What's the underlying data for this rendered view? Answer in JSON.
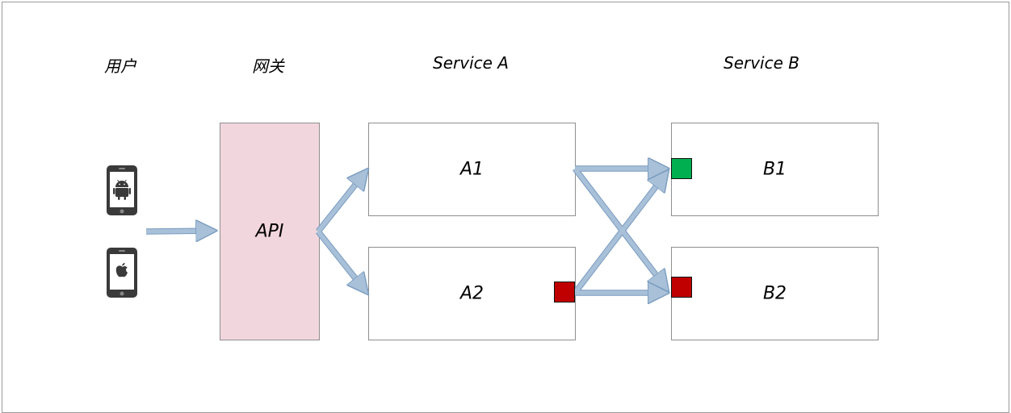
{
  "columns": {
    "user": "用户",
    "gateway": "网关",
    "service_a": "Service A",
    "service_b": "Service B"
  },
  "gateway": {
    "label": "API"
  },
  "service_a": {
    "a1": "A1",
    "a2": "A2"
  },
  "service_b": {
    "b1": "B1",
    "b2": "B2"
  },
  "devices": [
    {
      "icon": "android-phone-icon"
    },
    {
      "icon": "apple-phone-icon"
    }
  ],
  "markers": {
    "a2_marker": {
      "color": "#c00000",
      "status": "red"
    },
    "b1_marker": {
      "color": "#00b050",
      "status": "green"
    },
    "b2_marker": {
      "color": "#c00000",
      "status": "red"
    }
  },
  "colors": {
    "gateway_fill": "#f2d6de",
    "arrow_fill": "#a8c0d8",
    "arrow_stroke": "#7a9cc0"
  }
}
